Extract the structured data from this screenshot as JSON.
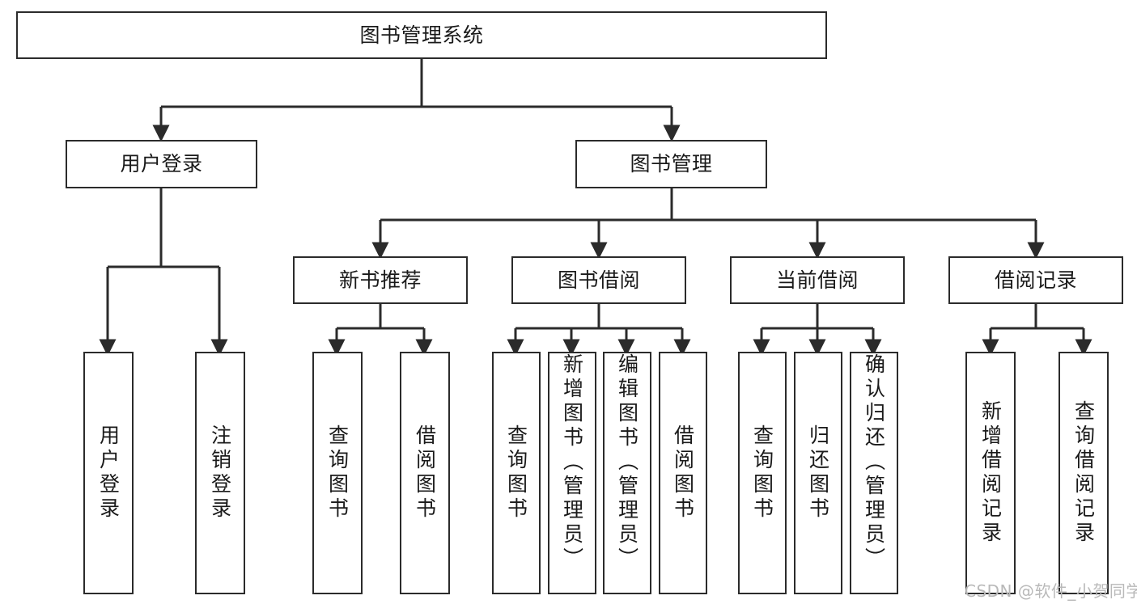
{
  "diagram": {
    "title": "图书管理系统",
    "type": "tree-hierarchy",
    "watermark": "CSDN @软件_小贺同学",
    "colors": {
      "stroke": "#2b2b2b",
      "fill": "#ffffff",
      "text": "#1a1a1a",
      "watermark": "#b9b9b9"
    },
    "nodes": {
      "root": {
        "label": "图书管理系统"
      },
      "level2": [
        {
          "id": "user-login",
          "label": "用户登录"
        },
        {
          "id": "book-manage",
          "label": "图书管理"
        }
      ],
      "level3": [
        {
          "id": "new-book-rec",
          "label": "新书推荐"
        },
        {
          "id": "book-borrow",
          "label": "图书借阅"
        },
        {
          "id": "current-borrow",
          "label": "当前借阅"
        },
        {
          "id": "borrow-record",
          "label": "借阅记录"
        }
      ],
      "leaves": {
        "user_login": [
          {
            "id": "leaf-user-login",
            "label": "用户登录"
          },
          {
            "id": "leaf-user-logout",
            "label": "注销登录"
          }
        ],
        "new_book_rec": [
          {
            "id": "leaf-query-book-1",
            "label": "查询图书"
          },
          {
            "id": "leaf-borrow-book-1",
            "label": "借阅图书"
          }
        ],
        "book_borrow": [
          {
            "id": "leaf-query-book-2",
            "label": "查询图书"
          },
          {
            "id": "leaf-add-book",
            "label": "新增图书（管理员）"
          },
          {
            "id": "leaf-edit-book",
            "label": "编辑图书（管理员）"
          },
          {
            "id": "leaf-borrow-book-2",
            "label": "借阅图书"
          }
        ],
        "current_borrow": [
          {
            "id": "leaf-query-book-3",
            "label": "查询图书"
          },
          {
            "id": "leaf-return-book",
            "label": "归还图书"
          },
          {
            "id": "leaf-confirm-return",
            "label": "确认归还（管理员）"
          }
        ],
        "borrow_record": [
          {
            "id": "leaf-add-record",
            "label": "新增借阅记录"
          },
          {
            "id": "leaf-query-record",
            "label": "查询借阅记录"
          }
        ]
      }
    }
  }
}
